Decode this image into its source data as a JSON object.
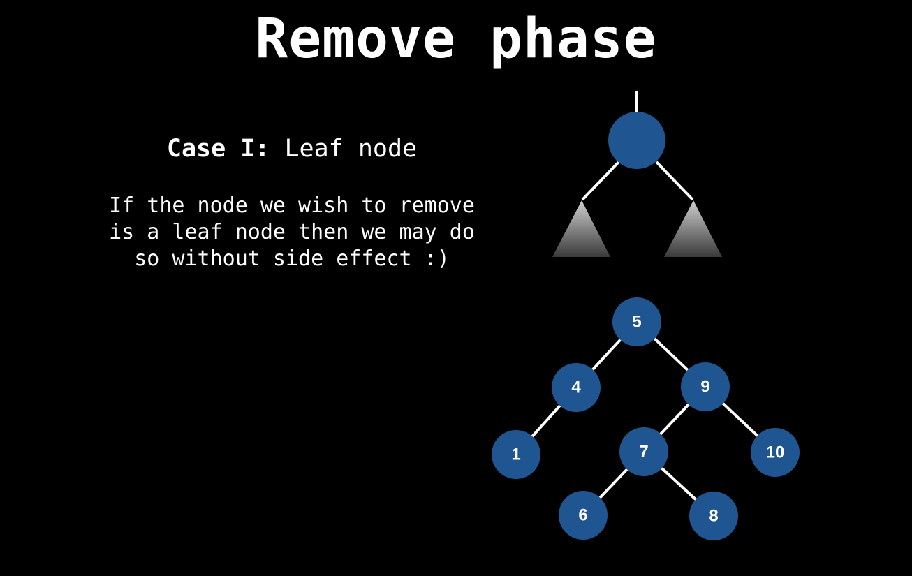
{
  "slide": {
    "title": "Remove phase",
    "case_label": "Case I:",
    "case_name": "Leaf node",
    "description_lines": [
      "If the node we wish to remove",
      "is a leaf node then we may do",
      "so without side effect :)"
    ]
  },
  "colors": {
    "background": "#000000",
    "node_fill": "#1f5591",
    "edge": "#ffffff",
    "text": "#ffffff"
  },
  "example_tree": {
    "nodes": [
      "5",
      "4",
      "9",
      "1",
      "7",
      "10",
      "6",
      "8"
    ],
    "edges": [
      [
        "5",
        "4"
      ],
      [
        "5",
        "9"
      ],
      [
        "4",
        "1"
      ],
      [
        "9",
        "7"
      ],
      [
        "9",
        "10"
      ],
      [
        "7",
        "6"
      ],
      [
        "7",
        "8"
      ]
    ]
  }
}
